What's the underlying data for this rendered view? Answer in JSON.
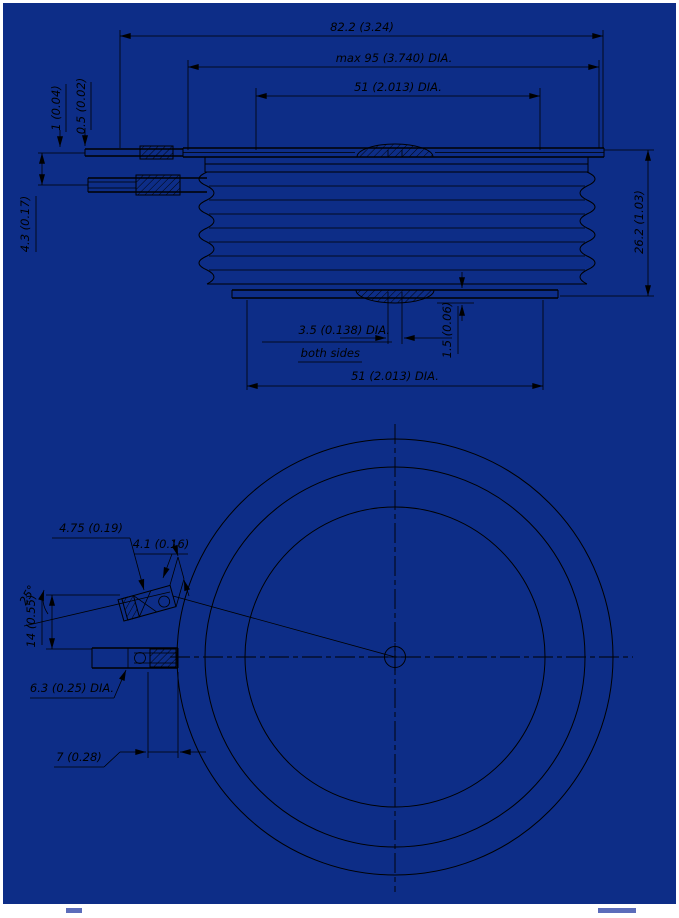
{
  "page": {
    "canvas_color": "#0d2d87",
    "line_color": "#000000"
  },
  "section_view": {
    "dim_overall_width": "82.2 (3.24)",
    "dim_max_dia": "max 95 (3.740) DIA.",
    "dim_top_pole_dia": "51 (2.013) DIA.",
    "dim_lead_thickness": "1 (0.04)",
    "dim_lead_offset": "0.5 (0.02)",
    "dim_lead_gap": "4.3 (0.17)",
    "dim_height": "26.2 (1.03)",
    "dim_center_hole": "3.5 (0.138) DIA.",
    "note_center_hole": "both sides",
    "dim_recess": "1.5 (0.06)",
    "dim_bottom_pole_dia": "51 (2.013) DIA."
  },
  "plan_view": {
    "dim_flag_width": "4.75 (0.19)",
    "dim_flag_tab": "4.1 (0.16)",
    "dim_angle": "25°",
    "dim_lead_spacing": "14 (0.55)",
    "dim_lead_dia": "6.3 (0.25) DIA.",
    "dim_lead_end": "7 (0.28)"
  }
}
